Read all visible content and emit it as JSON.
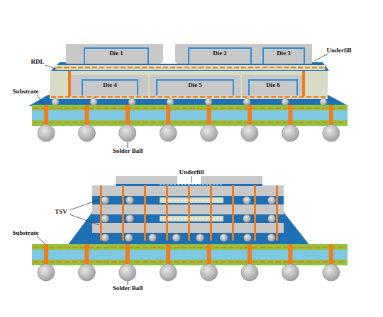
{
  "diagram": {
    "nodes": [
      {
        "text": [
          "Die 1"
        ]
      },
      {
        "text": [
          "Die 2"
        ]
      },
      {
        "text": [
          "Die 3"
        ]
      },
      {
        "text": [
          "Die 4"
        ]
      },
      {
        "text": [
          "Die 5"
        ]
      },
      {
        "text": [
          "Die 6"
        ]
      }
    ],
    "labels": [
      "RDL",
      "Underfill",
      "Substrate",
      "Solder Ball",
      "Underfill",
      "TSV",
      "Substrate",
      "Solder Ball"
    ]
  }
}
